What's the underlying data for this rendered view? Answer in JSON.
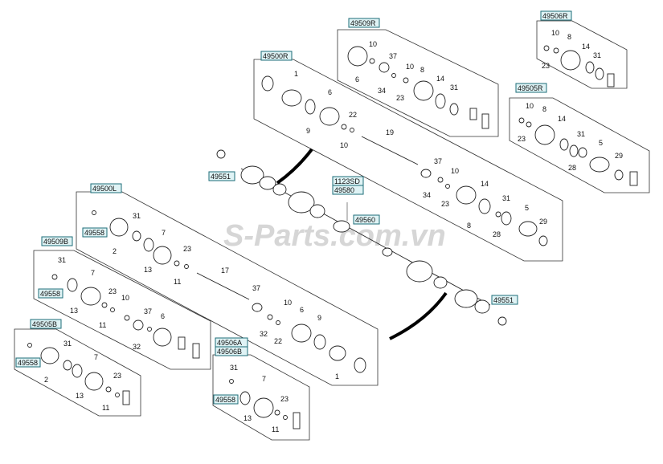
{
  "watermark": "S-Parts.com.vn",
  "codes": {
    "c49500R": "49500R",
    "c49509R": "49509R",
    "c49506R": "49506R",
    "c49505R": "49505R",
    "c49551a": "49551",
    "c1123SD": "1123SD",
    "c49580": "49580",
    "c49560": "49560",
    "c49500L": "49500L",
    "c49509B": "49509B",
    "c49505B": "49505B",
    "c49506A": "49506A",
    "c49506B": "49506B",
    "c49551b": "49551",
    "k49558_1": "49558",
    "k49558_2": "49558",
    "k49558_3": "49558",
    "k49558_4": "49558"
  },
  "numbers": {
    "n1a": "1",
    "n6a": "6",
    "n9a": "9",
    "n22a": "22",
    "n10a": "10",
    "n19": "19",
    "n37a": "37",
    "n10b": "10",
    "n34a": "34",
    "n23a": "23",
    "n14a": "14",
    "n8a": "8",
    "n31a": "31",
    "n5a": "5",
    "n28a": "28",
    "n29a": "29",
    "r10a": "10",
    "r37": "37",
    "r6": "6",
    "r34": "34",
    "r10b": "10",
    "r8": "8",
    "r14": "14",
    "r23": "23",
    "r31": "31",
    "s10": "10",
    "s8": "8",
    "s14": "14",
    "s23": "23",
    "s31": "31",
    "t10": "10",
    "t8": "8",
    "t14": "14",
    "t23": "23",
    "t31": "31",
    "t5": "5",
    "t28": "28",
    "t29": "29",
    "l31": "31",
    "l2": "2",
    "l7": "7",
    "l13": "13",
    "l23": "23",
    "l11": "11",
    "l17": "17",
    "l37": "37",
    "l10": "10",
    "l6": "6",
    "l32": "32",
    "l22": "22",
    "l9": "9",
    "l1": "1",
    "b31": "31",
    "b7": "7",
    "b13": "13",
    "b23": "23",
    "b10": "10",
    "b11": "11",
    "b37": "37",
    "b6": "6",
    "b32": "32",
    "c31": "31",
    "c7": "7",
    "c2": "2",
    "c13": "13",
    "c23": "23",
    "c11": "11",
    "d31": "31",
    "d7": "7",
    "d23": "23",
    "d13": "13",
    "d11": "11"
  }
}
